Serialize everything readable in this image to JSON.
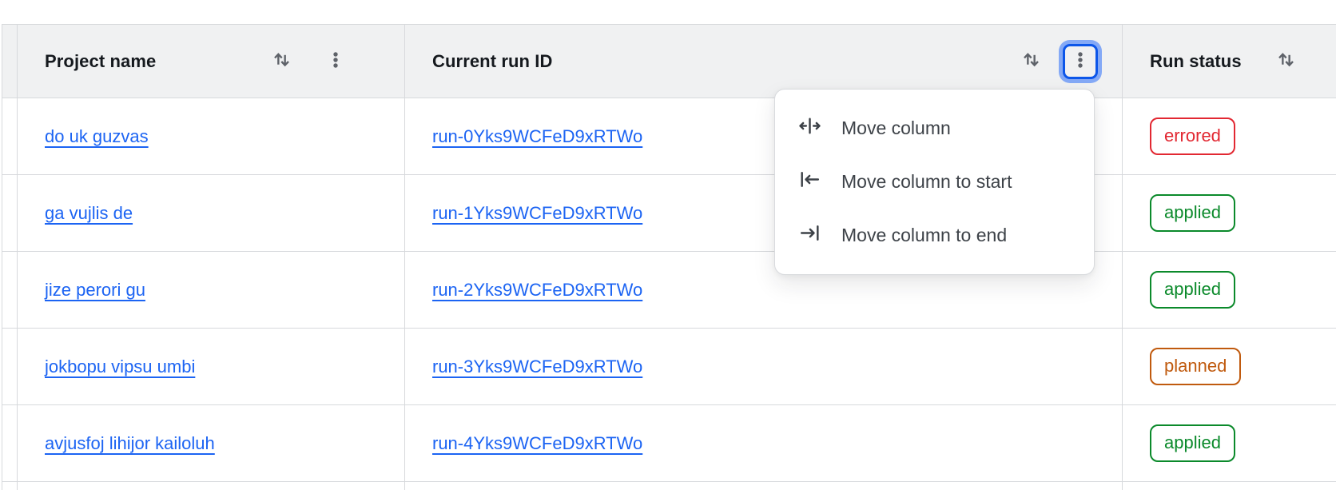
{
  "header": {
    "columns": [
      {
        "label": "Project name"
      },
      {
        "label": "Current run ID"
      },
      {
        "label": "Run status"
      }
    ]
  },
  "rows": [
    {
      "project": "do uk guzvas",
      "run_id": "run-0Yks9WCFeD9xRTWo",
      "status": "errored"
    },
    {
      "project": "ga vujlis de",
      "run_id": "run-1Yks9WCFeD9xRTWo",
      "status": "applied"
    },
    {
      "project": "jize perori gu",
      "run_id": "run-2Yks9WCFeD9xRTWo",
      "status": "applied"
    },
    {
      "project": "jokbopu vipsu umbi",
      "run_id": "run-3Yks9WCFeD9xRTWo",
      "status": "planned"
    },
    {
      "project": "avjusfoj lihijor kailoluh",
      "run_id": "run-4Yks9WCFeD9xRTWo",
      "status": "applied"
    }
  ],
  "menu": {
    "items": [
      {
        "label": "Move column",
        "icon": "move-column-icon"
      },
      {
        "label": "Move column to start",
        "icon": "move-column-to-start-icon"
      },
      {
        "label": "Move column to end",
        "icon": "move-column-to-end-icon"
      }
    ]
  },
  "icons": {
    "sort": "sort-arrows-icon",
    "kebab": "kebab-menu-icon"
  },
  "colors": {
    "link": "#1c64f3",
    "status_errored": "#e22832",
    "status_applied": "#0b8a2b",
    "status_planned": "#c05a0e",
    "focus_ring": "#0c56e9",
    "header_bg": "#f0f1f2",
    "border": "#d7d9dc"
  }
}
